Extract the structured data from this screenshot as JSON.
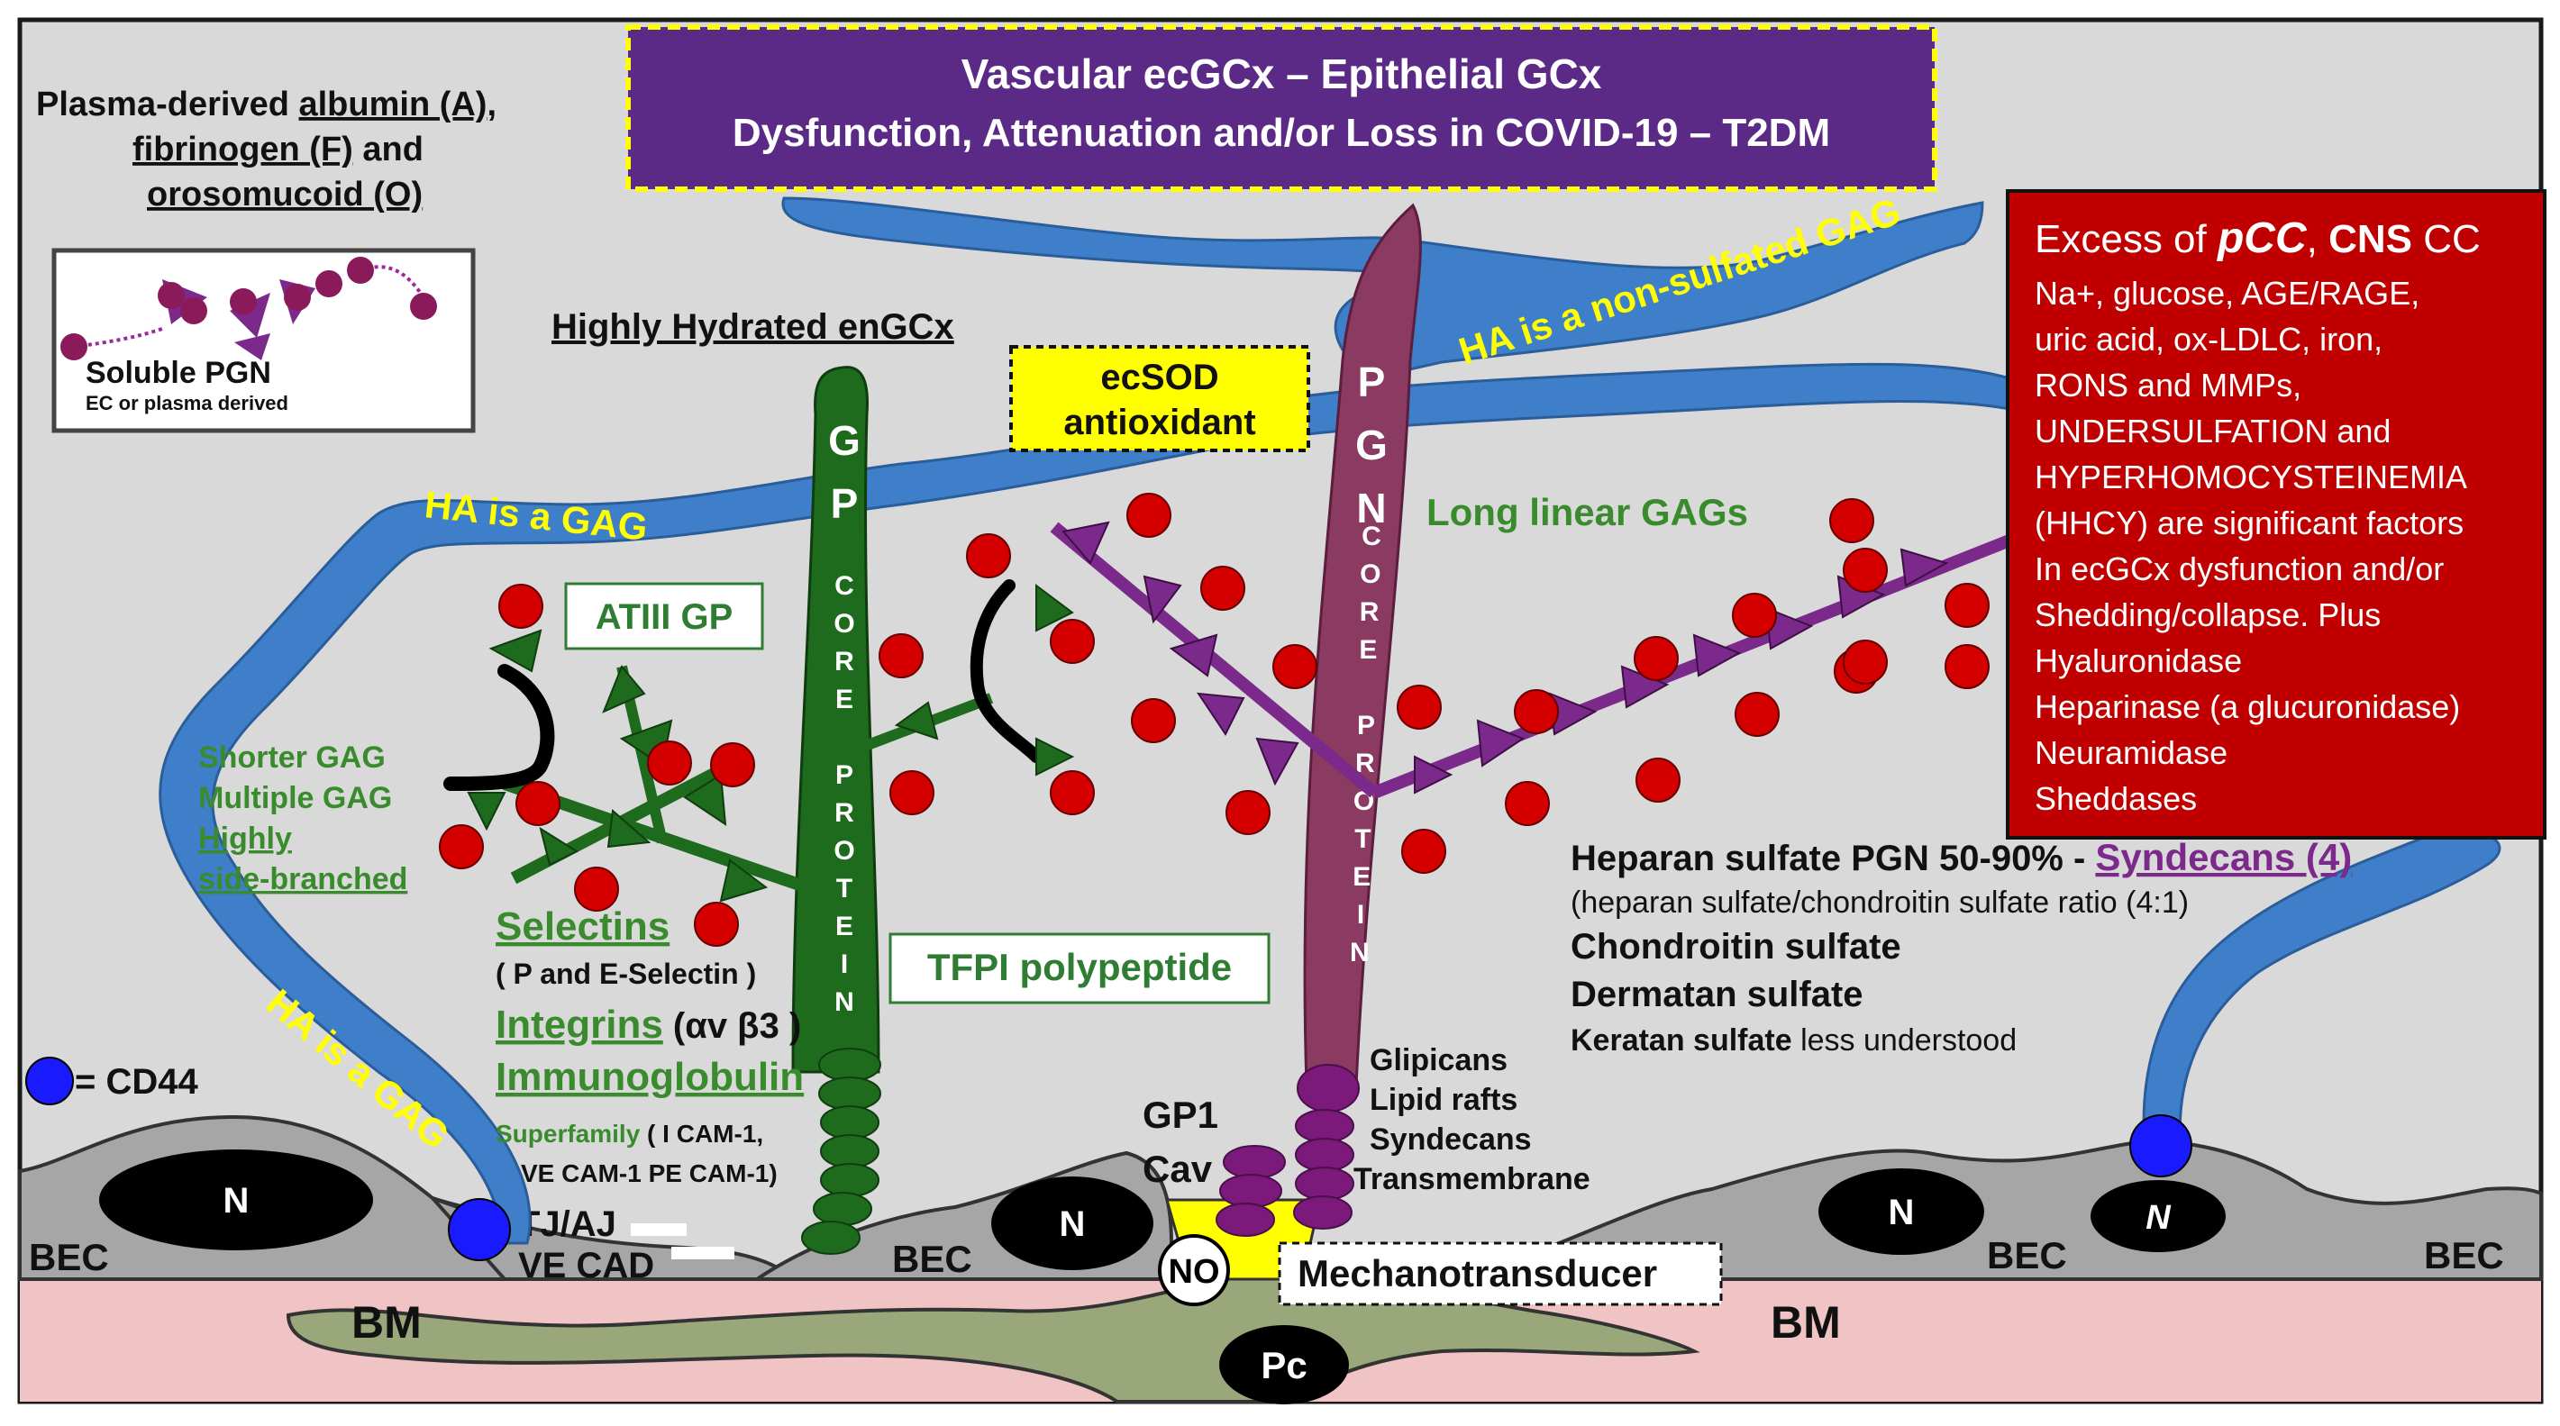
{
  "title": {
    "line1": "Vascular ecGCx – Epithelial GCx",
    "line2": "Dysfunction, Attenuation and/or Loss in COVID-19 – T2DM"
  },
  "plasma": {
    "line1_pre": "Plasma-derived ",
    "line1_link": "albumin (A)",
    "line1_post": ",",
    "line2_link": "fibrinogen (F)",
    "line2_post": " and",
    "line3_link": "orosomucoid (O)"
  },
  "soluble_pgn": {
    "label": "Soluble PGN",
    "sub": "EC or plasma derived"
  },
  "highly_hydrated": "Highly Hydrated enGCx",
  "ecsod": {
    "line1": "ecSOD",
    "line2": "antioxidant"
  },
  "ha_labels": {
    "left_upper": "HA is a GAG",
    "left_lower": "HA is a GAG",
    "top_right": "HA is a non-sulfated GAG"
  },
  "atiii": "ATIII GP",
  "gp_core": {
    "big": [
      "G",
      "P"
    ],
    "small": [
      "C",
      "O",
      "R",
      "E",
      "",
      "P",
      "R",
      "O",
      "T",
      "E",
      "I",
      "N"
    ]
  },
  "pgn_core": {
    "big": [
      "P",
      "G",
      "N"
    ],
    "small": [
      "C",
      "O",
      "R",
      "E",
      "",
      "P",
      "R",
      "O",
      "T",
      "E",
      "I",
      "N"
    ]
  },
  "long_linear": "Long linear GAGs",
  "shorter_gag": [
    "Shorter GAG",
    "Multiple GAG",
    "Highly",
    "side-branched"
  ],
  "selectins": {
    "title": "Selectins",
    "sub": "( P and E-Selectin )"
  },
  "integrins": {
    "title": "Integrins",
    "suffix": " (αv β3 )"
  },
  "immunoglobulin": {
    "title": "Immunoglobulin",
    "sub1_a": "Superfamily",
    "sub1_b": " ( I CAM-1,",
    "sub2": "VE CAM-1 PE CAM-1)"
  },
  "tfpi": "TFPI polypeptide",
  "cd44_legend": "= CD44",
  "cell_labels": {
    "nucleus": "N",
    "bec": "BEC",
    "bm": "BM",
    "pc": "Pc",
    "no": "NO",
    "tj": "TJ/AJ",
    "ve_cad": "VE CAD",
    "gp1": "GP1",
    "cav": "Cav"
  },
  "mechanotransducer": "Mechanotransducer",
  "membrane_list": [
    "Glipicans",
    "Lipid rafts",
    "Syndecans",
    "Transmembrane"
  ],
  "heparan": {
    "line1_pre": "Heparan sulfate  PGN 50-90% - ",
    "line1_link": "Syndecans (4)",
    "line2": "(heparan sulfate/chondroitin sulfate ratio (4:1)",
    "line3": "Chondroitin sulfate",
    "line4": "Dermatan sulfate",
    "line5_bold": "Keratan sulfate",
    "line5_rest": " less understood"
  },
  "excess_box": {
    "line1_pre": "Excess of ",
    "line1_pcc": "pCC",
    "line1_mid": ", ",
    "line1_cns": "CNS",
    "line1_post": " CC",
    "lines": [
      "Na+, glucose, AGE/RAGE,",
      "uric acid, ox-LDLC, iron,",
      "RONS and MMPs,",
      "UNDERSULFATION and",
      "HYPERHOMOCYSTEINEMIA",
      "(HHCY) are significant factors",
      "In ecGCx dysfunction and/or",
      "Shedding/collapse. Plus",
      "Hyaluronidase",
      "Heparinase (a glucuronidase)",
      "Neuramidase",
      "Sheddases"
    ]
  },
  "colors": {
    "background": "#d9d9d9",
    "title_bg": "#5b2a86",
    "dash_yellow": "#ffff00",
    "ha_blue": "#3f7fc9",
    "gp_green": "#1e6b1e",
    "label_green": "#3a8a2e",
    "pgn_maroon": "#8b3a62",
    "gag_purple": "#7b2a8b",
    "red_ball": "#d40000",
    "excess_red": "#c00000",
    "cd44_blue": "#1a1aff",
    "cell_gray": "#a6a6a6",
    "bm_pink": "#f0c4c4",
    "pericyte": "#9aa77a"
  }
}
